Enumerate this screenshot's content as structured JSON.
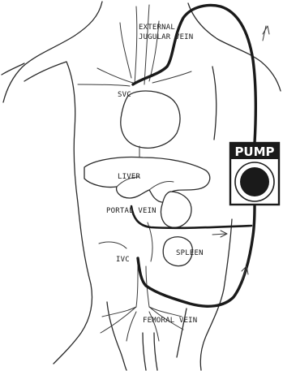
{
  "labels": {
    "external_jugular_line1": "EXTERNAL",
    "external_jugular_line2": "JUGULAR VEIN",
    "svc": "SVC",
    "liver": "LIVER",
    "portal_vein": "PORTAL VEIN",
    "spleen": "SPLEEN",
    "ivc": "IVC",
    "femoral_vein": "FEMORAL VEIN",
    "pump": "PUMP"
  },
  "colors": {
    "line": "#1a1a1a",
    "pump_box": "#1a1a1a",
    "background": "#ffffff"
  }
}
